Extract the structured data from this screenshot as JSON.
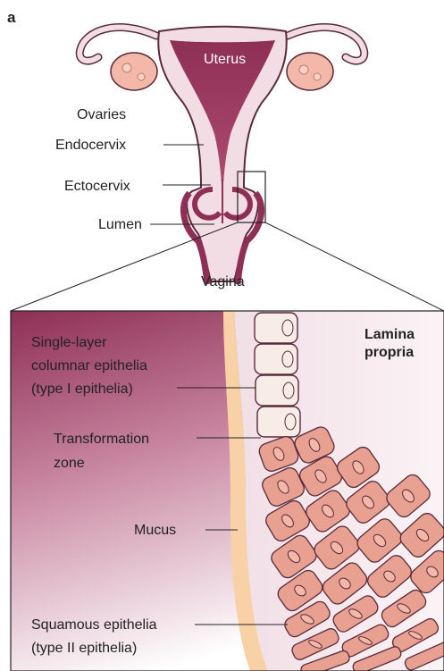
{
  "panel_letter": "a",
  "labels": {
    "uterus": "Uterus",
    "ovaries": "Ovaries",
    "endocervix": "Endocervix",
    "ectocervix": "Ectocervix",
    "lumen": "Lumen",
    "vagina": "Vagina",
    "lamina_propria_1": "Lamina",
    "lamina_propria_2": "propria",
    "columnar_1": "Single-layer",
    "columnar_2": "columnar epithelia",
    "columnar_3": "(type I epithelia)",
    "transformation_1": "Transformation",
    "transformation_2": "zone",
    "mucus": "Mucus",
    "squamous_1": "Squamous epithelia",
    "squamous_2": "(type II epithelia)"
  },
  "colors": {
    "uterus_dark": "#9b3a5a",
    "uterus_light": "#f2dde4",
    "outline": "#5a2a3a",
    "ovary": "#f3b8a8",
    "cell_fill": "#e8a090",
    "cell_light": "#f7ede6",
    "mucus": "#f8d2a6",
    "lumen_gradient_top": "#8e2f55",
    "lamina_bg": "#f4e4ea"
  }
}
